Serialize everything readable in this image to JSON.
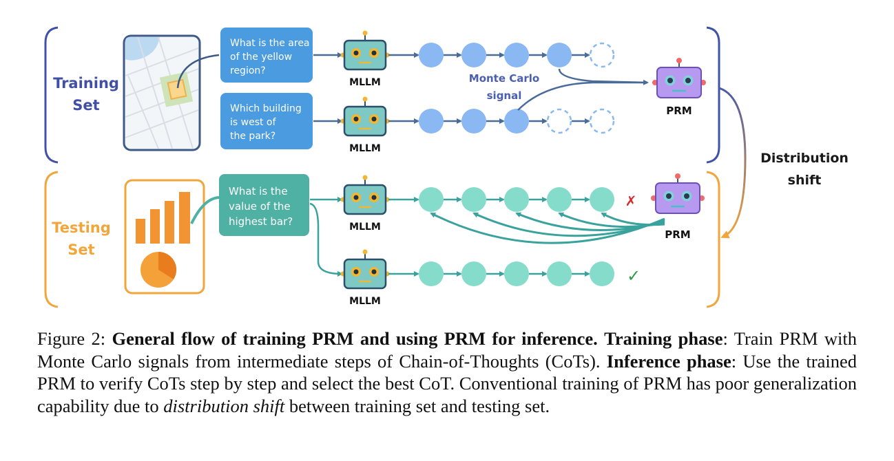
{
  "figure": {
    "training_set_label": [
      "Training",
      "Set"
    ],
    "testing_set_label": [
      "Testing",
      "Set"
    ],
    "questions": [
      [
        "What is the area",
        "of the yellow",
        "region?"
      ],
      [
        "Which building",
        "is west of",
        "the park?"
      ],
      [
        "What is the",
        "value of the",
        "highest bar?"
      ]
    ],
    "model_label": "MLLM",
    "prm_label": "PRM",
    "monte_carlo_label": [
      "Monte Carlo",
      "signal"
    ],
    "distribution_shift_label": [
      "Distribution",
      "shift"
    ],
    "wrong_mark": "✗",
    "right_mark": "✓",
    "colors": {
      "training": "#3f51a8",
      "testing": "#f2a53a",
      "question_blue": "#4a9be0",
      "question_teal": "#4fb0a4",
      "step_blue": "#8ab8f2",
      "step_teal": "#86dccb",
      "robot_body": "#7fc9c4",
      "prm_body": "#b79af0"
    }
  },
  "caption": {
    "prefix": "Figure 2: ",
    "bold_title": "General flow of training PRM and using PRM for inference.",
    "space1": " ",
    "bold_training": "Training phase",
    "training_text": ": Train PRM with Monte Carlo signals from intermediate steps of Chain-of-Thoughts (CoTs). ",
    "bold_inference": "Inference phase",
    "inference_text": ": Use the trained PRM to verify CoTs step by step and select the best CoT. Conventional training of PRM has poor generalization capability due to ",
    "italic_term": "distribution shift",
    "suffix": " between training set and testing set."
  }
}
